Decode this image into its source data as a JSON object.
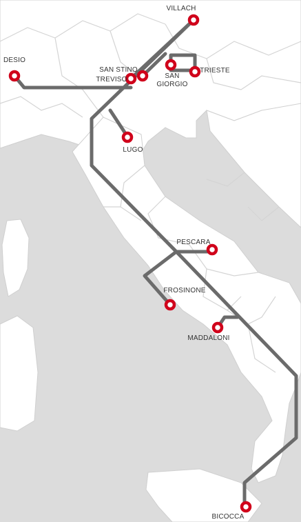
{
  "colors": {
    "sea": "#dcdcdc",
    "land": "#ffffff",
    "border": "#cfcfcf",
    "route": "#6b6b6b",
    "marker": "#d0021b"
  },
  "cities": [
    {
      "id": "villach",
      "label": "VILLACH"
    },
    {
      "id": "desio",
      "label": "DESIO"
    },
    {
      "id": "san-stino",
      "label": "SAN STINO"
    },
    {
      "id": "treviso",
      "label": "TREVISO"
    },
    {
      "id": "san-giorgio",
      "label_line1": "SAN",
      "label_line2": "GIORGIO"
    },
    {
      "id": "trieste",
      "label": "TRIESTE"
    },
    {
      "id": "lugo",
      "label": "LUGO"
    },
    {
      "id": "pescara",
      "label": "PESCARA"
    },
    {
      "id": "frosinone",
      "label": "FROSINONE"
    },
    {
      "id": "maddaloni",
      "label": "MADDALONI"
    },
    {
      "id": "bicocca",
      "label": "BICOCCA"
    }
  ]
}
